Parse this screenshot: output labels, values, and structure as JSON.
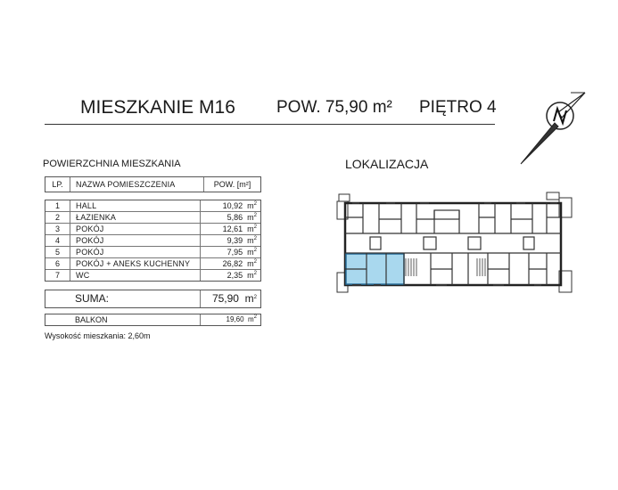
{
  "header": {
    "title": "MIESZKANIE M16",
    "area": "POW. 75,90 m²",
    "floor": "PIĘTRO 4"
  },
  "compass": {
    "icon": "north-arrow-icon",
    "letter": "N"
  },
  "section_title": "POWIERZCHNIA MIESZKANIA",
  "location_title": "LOKALIZACJA",
  "table": {
    "headers": {
      "no": "LP.",
      "name": "NAZWA POMIESZCZENIA",
      "area": "POW. [m²]"
    },
    "unit": "m",
    "unit_sup": "2",
    "rows": [
      {
        "no": "1",
        "name": "HALL",
        "area": "10,92"
      },
      {
        "no": "2",
        "name": "ŁAZIENKA",
        "area": "5,86"
      },
      {
        "no": "3",
        "name": "POKÓJ",
        "area": "12,61"
      },
      {
        "no": "4",
        "name": "POKÓJ",
        "area": "9,39"
      },
      {
        "no": "5",
        "name": "POKÓJ",
        "area": "7,95"
      },
      {
        "no": "6",
        "name": "POKÓJ + ANEKS KUCHENNY",
        "area": "26,82"
      },
      {
        "no": "7",
        "name": "WC",
        "area": "2,35"
      }
    ],
    "sum": {
      "label": "SUMA:",
      "value": "75,90"
    },
    "balcony": {
      "label": "BALKON",
      "value": "19,60"
    }
  },
  "height_note": "Wysokość mieszkania: 2,60m",
  "colors": {
    "highlight": "#a9d8ee",
    "highlight_stroke": "#2a6f9a",
    "lines": "#333333"
  }
}
